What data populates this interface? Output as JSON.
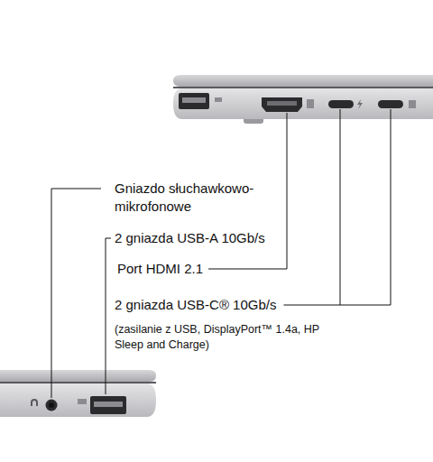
{
  "diagram": {
    "labels": [
      "Gniazdo słuchawkowo- mikrofonowe",
      "2 gniazda USB-A 10Gb/s",
      "Port HDMI 2.1",
      "2 gniazda USB-C® 10Gb/s",
      "(zasilanie z USB, DisplayPort™ 1.4a, HP Sleep and Charge)"
    ]
  }
}
